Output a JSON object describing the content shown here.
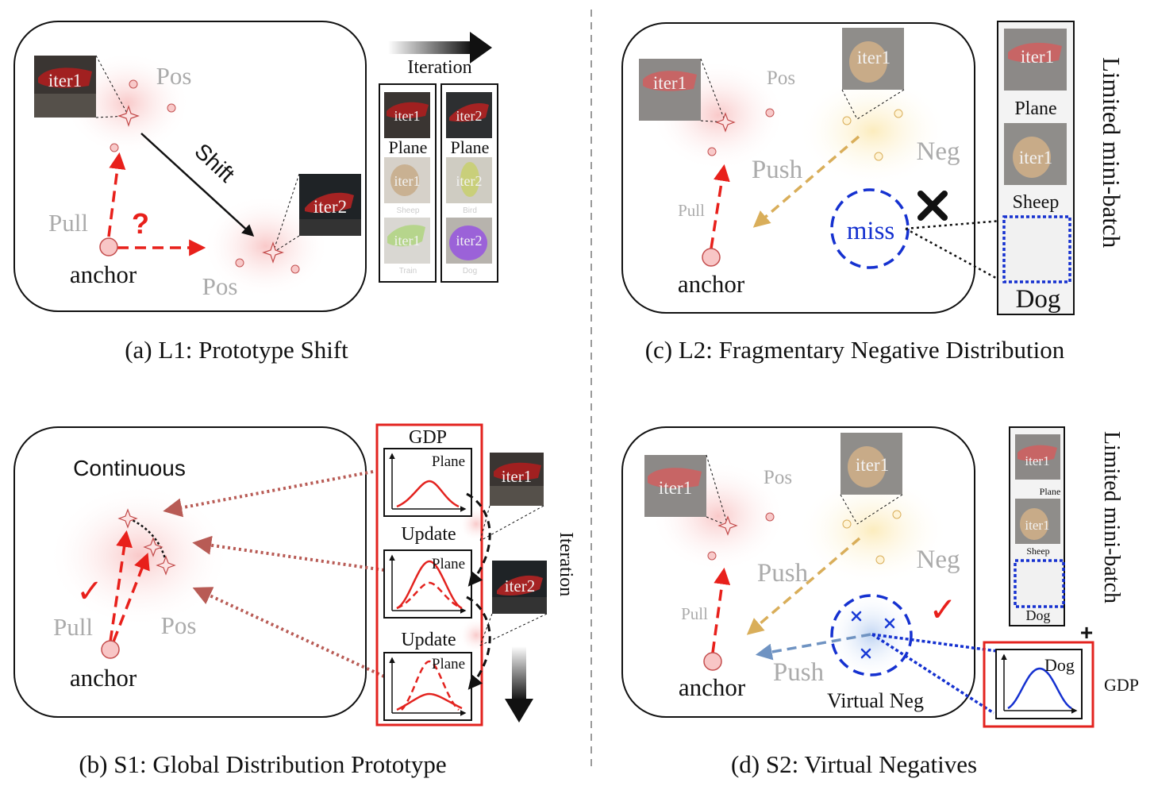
{
  "panel_a": {
    "caption": "(a) L1: Prototype Shift",
    "pos_top": "Pos",
    "pos_bottom": "Pos",
    "pull": "Pull",
    "anchor": "anchor",
    "shift": "Shift",
    "question": "?",
    "thumb_iter1": "iter1",
    "thumb_iter2": "iter2",
    "iteration": "Iteration",
    "col1": [
      {
        "iter": "iter1",
        "label": "Plane"
      },
      {
        "iter": "iter1",
        "label": "Sheep"
      },
      {
        "iter": "iter1",
        "label": "Train"
      }
    ],
    "col2": [
      {
        "iter": "iter2",
        "label": "Plane"
      },
      {
        "iter": "iter2",
        "label": "Bird"
      },
      {
        "iter": "iter2",
        "label": "Dog"
      }
    ]
  },
  "panel_b": {
    "caption": "(b) S1: Global Distribution Prototype",
    "continuous": "Continuous",
    "pull": "Pull",
    "pos": "Pos",
    "anchor": "anchor",
    "check": "✓",
    "gdp": "GDP",
    "plot_label_1": "Plane",
    "plot_label_2": "Plane",
    "plot_label_3": "Plane",
    "update_1": "Update",
    "update_2": "Update",
    "iteration": "Iteration",
    "thumb_iter1": "iter1",
    "thumb_iter2": "iter2"
  },
  "panel_c": {
    "caption": "(c) L2: Fragmentary Negative Distribution",
    "pos": "Pos",
    "neg": "Neg",
    "push": "Push",
    "pull": "Pull",
    "anchor": "anchor",
    "miss": "miss",
    "thumb_plane": "iter1",
    "thumb_sheep": "iter1",
    "side_title": "Limited mini-batch",
    "side_items": [
      {
        "iter": "iter1",
        "label": "Plane"
      },
      {
        "iter": "iter1",
        "label": "Sheep"
      },
      {
        "iter": "",
        "label": "Dog"
      }
    ]
  },
  "panel_d": {
    "caption": "(d) S2: Virtual Negatives",
    "pos": "Pos",
    "neg": "Neg",
    "push_1": "Push",
    "push_2": "Push",
    "pull": "Pull",
    "anchor": "anchor",
    "virtual_neg": "Virtual Neg",
    "check": "✓",
    "thumb_plane": "iter1",
    "thumb_sheep": "iter1",
    "side_title": "Limited mini-batch",
    "side_items": [
      {
        "iter": "iter1",
        "label": "Plane"
      },
      {
        "iter": "iter1",
        "label": "Sheep"
      },
      {
        "iter": "",
        "label": "Dog"
      }
    ],
    "plus": "+",
    "gdp_plot_label": "Dog",
    "gdp": "GDP"
  }
}
